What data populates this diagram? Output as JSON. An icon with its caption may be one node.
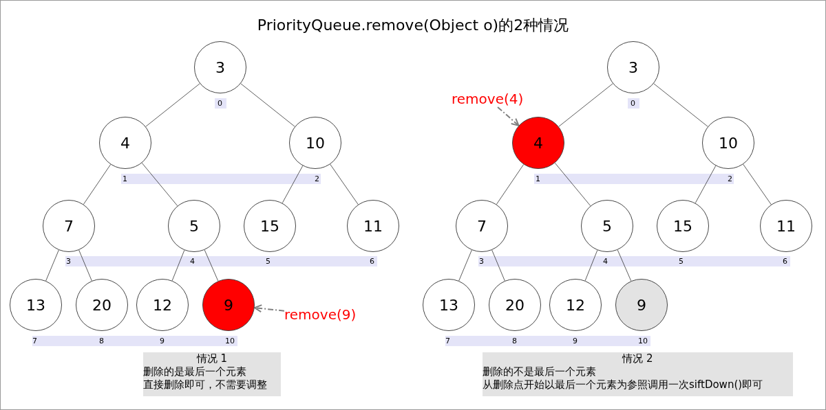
{
  "diagram": {
    "title": "PriorityQueue.remove(Object o)的2种情况",
    "nodes": [
      {
        "text": [
          "3"
        ]
      },
      {
        "text": [
          "4"
        ]
      },
      {
        "text": [
          "10"
        ]
      },
      {
        "text": [
          "7"
        ]
      },
      {
        "text": [
          "5"
        ]
      },
      {
        "text": [
          "15"
        ]
      },
      {
        "text": [
          "11"
        ]
      },
      {
        "text": [
          "13"
        ]
      },
      {
        "text": [
          "20"
        ]
      },
      {
        "text": [
          "12"
        ]
      },
      {
        "text": [
          "9"
        ]
      },
      {
        "text": [
          "remove(9)"
        ]
      },
      {
        "text": [
          "情况 1",
          "删除的是最后一个元素",
          "直接删除即可，不需要调整"
        ]
      },
      {
        "text": [
          "3"
        ]
      },
      {
        "text": [
          "4"
        ]
      },
      {
        "text": [
          "10"
        ]
      },
      {
        "text": [
          "7"
        ]
      },
      {
        "text": [
          "5"
        ]
      },
      {
        "text": [
          "15"
        ]
      },
      {
        "text": [
          "11"
        ]
      },
      {
        "text": [
          "13"
        ]
      },
      {
        "text": [
          "20"
        ]
      },
      {
        "text": [
          "12"
        ]
      },
      {
        "text": [
          "9"
        ]
      },
      {
        "text": [
          "remove(4)"
        ]
      },
      {
        "text": [
          "情况 2",
          "删除的不是最后一个元素",
          "从删除点开始以最后一个元素为参照调用一次siftDown()即可"
        ]
      }
    ],
    "edges": [
      {
        "from": 0,
        "to": 1,
        "arrow": "none"
      },
      {
        "from": 0,
        "to": 2,
        "arrow": "none"
      },
      {
        "from": 1,
        "to": 3,
        "arrow": "none"
      },
      {
        "from": 1,
        "to": 4,
        "arrow": "none"
      },
      {
        "from": 2,
        "to": 5,
        "arrow": "none"
      },
      {
        "from": 2,
        "to": 6,
        "arrow": "none"
      },
      {
        "from": 3,
        "to": 7,
        "arrow": "none"
      },
      {
        "from": 3,
        "to": 8,
        "arrow": "none"
      },
      {
        "from": 4,
        "to": 9,
        "arrow": "none"
      },
      {
        "from": 4,
        "to": 10,
        "arrow": "none"
      },
      {
        "from": 11,
        "to": 10,
        "arrow": "to",
        "style": "dashed",
        "color": "#808080"
      },
      {
        "from": 13,
        "to": 14,
        "arrow": "none"
      },
      {
        "from": 13,
        "to": 15,
        "arrow": "none"
      },
      {
        "from": 14,
        "to": 16,
        "arrow": "none"
      },
      {
        "from": 14,
        "to": 17,
        "arrow": "none"
      },
      {
        "from": 15,
        "to": 18,
        "arrow": "none"
      },
      {
        "from": 15,
        "to": 19,
        "arrow": "none"
      },
      {
        "from": 16,
        "to": 20,
        "arrow": "none"
      },
      {
        "from": 16,
        "to": 21,
        "arrow": "none"
      },
      {
        "from": 17,
        "to": 22,
        "arrow": "none"
      },
      {
        "from": 17,
        "to": 23,
        "arrow": "none"
      },
      {
        "from": 24,
        "to": 14,
        "arrow": "to",
        "style": "dashed",
        "color": "#808080"
      }
    ],
    "labels": [
      "0",
      "1",
      "2",
      "3",
      "4",
      "5",
      "6",
      "7",
      "8",
      "9",
      "10",
      "0",
      "1",
      "2",
      "3",
      "4",
      "5",
      "6",
      "7",
      "8",
      "9",
      "10"
    ]
  }
}
